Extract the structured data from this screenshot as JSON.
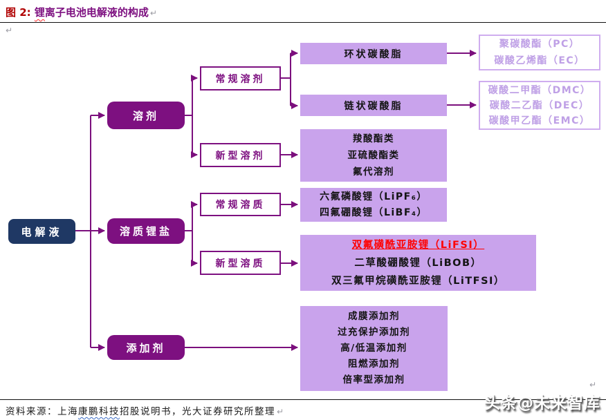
{
  "title": {
    "prefix": "图 2: ",
    "first": "锂",
    "rest": "离子电池电解液的构成"
  },
  "paragraph_mark": "↵",
  "nodes": {
    "electrolyte": {
      "label": "电解液"
    },
    "solvent": {
      "label": "溶剂"
    },
    "solute": {
      "label": "溶质锂盐"
    },
    "additive": {
      "label": "添加剂"
    },
    "conventional_solvent": {
      "label": "常规溶剂"
    },
    "new_solvent": {
      "label": "新型溶剂"
    },
    "conventional_solute": {
      "label": "常规溶质"
    },
    "new_solute": {
      "label": "新型溶质"
    },
    "cyclic_carbonate": {
      "label": "环状碳酸脂"
    },
    "chain_carbonate": {
      "label": "链状碳酸脂"
    },
    "new_solvent_types": {
      "lines": [
        "羧酸酯类",
        "亚硫酸酯类",
        "氟代溶剂"
      ]
    },
    "conventional_solute_types": {
      "lines": [
        "六氟磷酸锂（LiPF₆）",
        "四氟硼酸锂（LiBF₄）"
      ]
    },
    "new_solute_types": {
      "highlight": "双氟磺酰亚胺锂（LiFSI）",
      "lines": [
        "二草酸硼酸锂（LiBOB）",
        "双三氟甲烷磺酰亚胺锂（LiTFSI）"
      ]
    },
    "additive_types": {
      "lines": [
        "成膜添加剂",
        "过充保护添加剂",
        "高/低温添加剂",
        "阻燃添加剂",
        "倍率型添加剂"
      ]
    },
    "cyclic_carbonate_examples": {
      "lines": [
        "聚碳酸酯（PC）",
        "碳酸乙烯酯（EC）"
      ]
    },
    "chain_carbonate_examples": {
      "lines": [
        "碳酸二甲酯（DMC）",
        "碳酸二乙酯（DEC）",
        "碳酸甲乙酯（EMC）"
      ]
    }
  },
  "source": {
    "prefix": "资料来源：上海",
    "underlined": "康鹏科技",
    "rest": "招股说明书，光大证券研究所整理"
  },
  "watermark": "头条@未来智库",
  "colors": {
    "root_fill": "#1F3864",
    "branch_fill": "#7D1080",
    "connector": "#7B0F7D",
    "leaf_fill": "#C9A3EC",
    "pale_purple": "#BFA0E6",
    "highlight_red": "#FF0000",
    "title_prefix": "#B00000",
    "title_text": "#7D1080"
  }
}
